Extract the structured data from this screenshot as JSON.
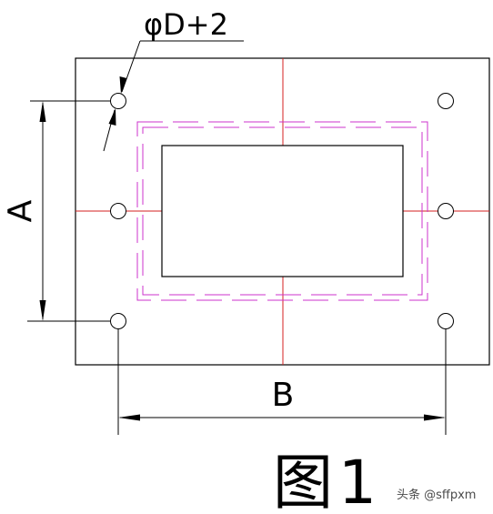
{
  "drawing": {
    "hole_dimension": "φD+2",
    "dim_vertical": "A",
    "dim_horizontal": "B",
    "figure_label": "图1",
    "watermark": "头条 @sffpxm"
  },
  "colors": {
    "outline": "#000000",
    "center_line": "#d62020",
    "hidden_line": "#cc33cc"
  },
  "icons": {
    "holes": "circle-icon",
    "arrows": "arrowhead-icon"
  }
}
